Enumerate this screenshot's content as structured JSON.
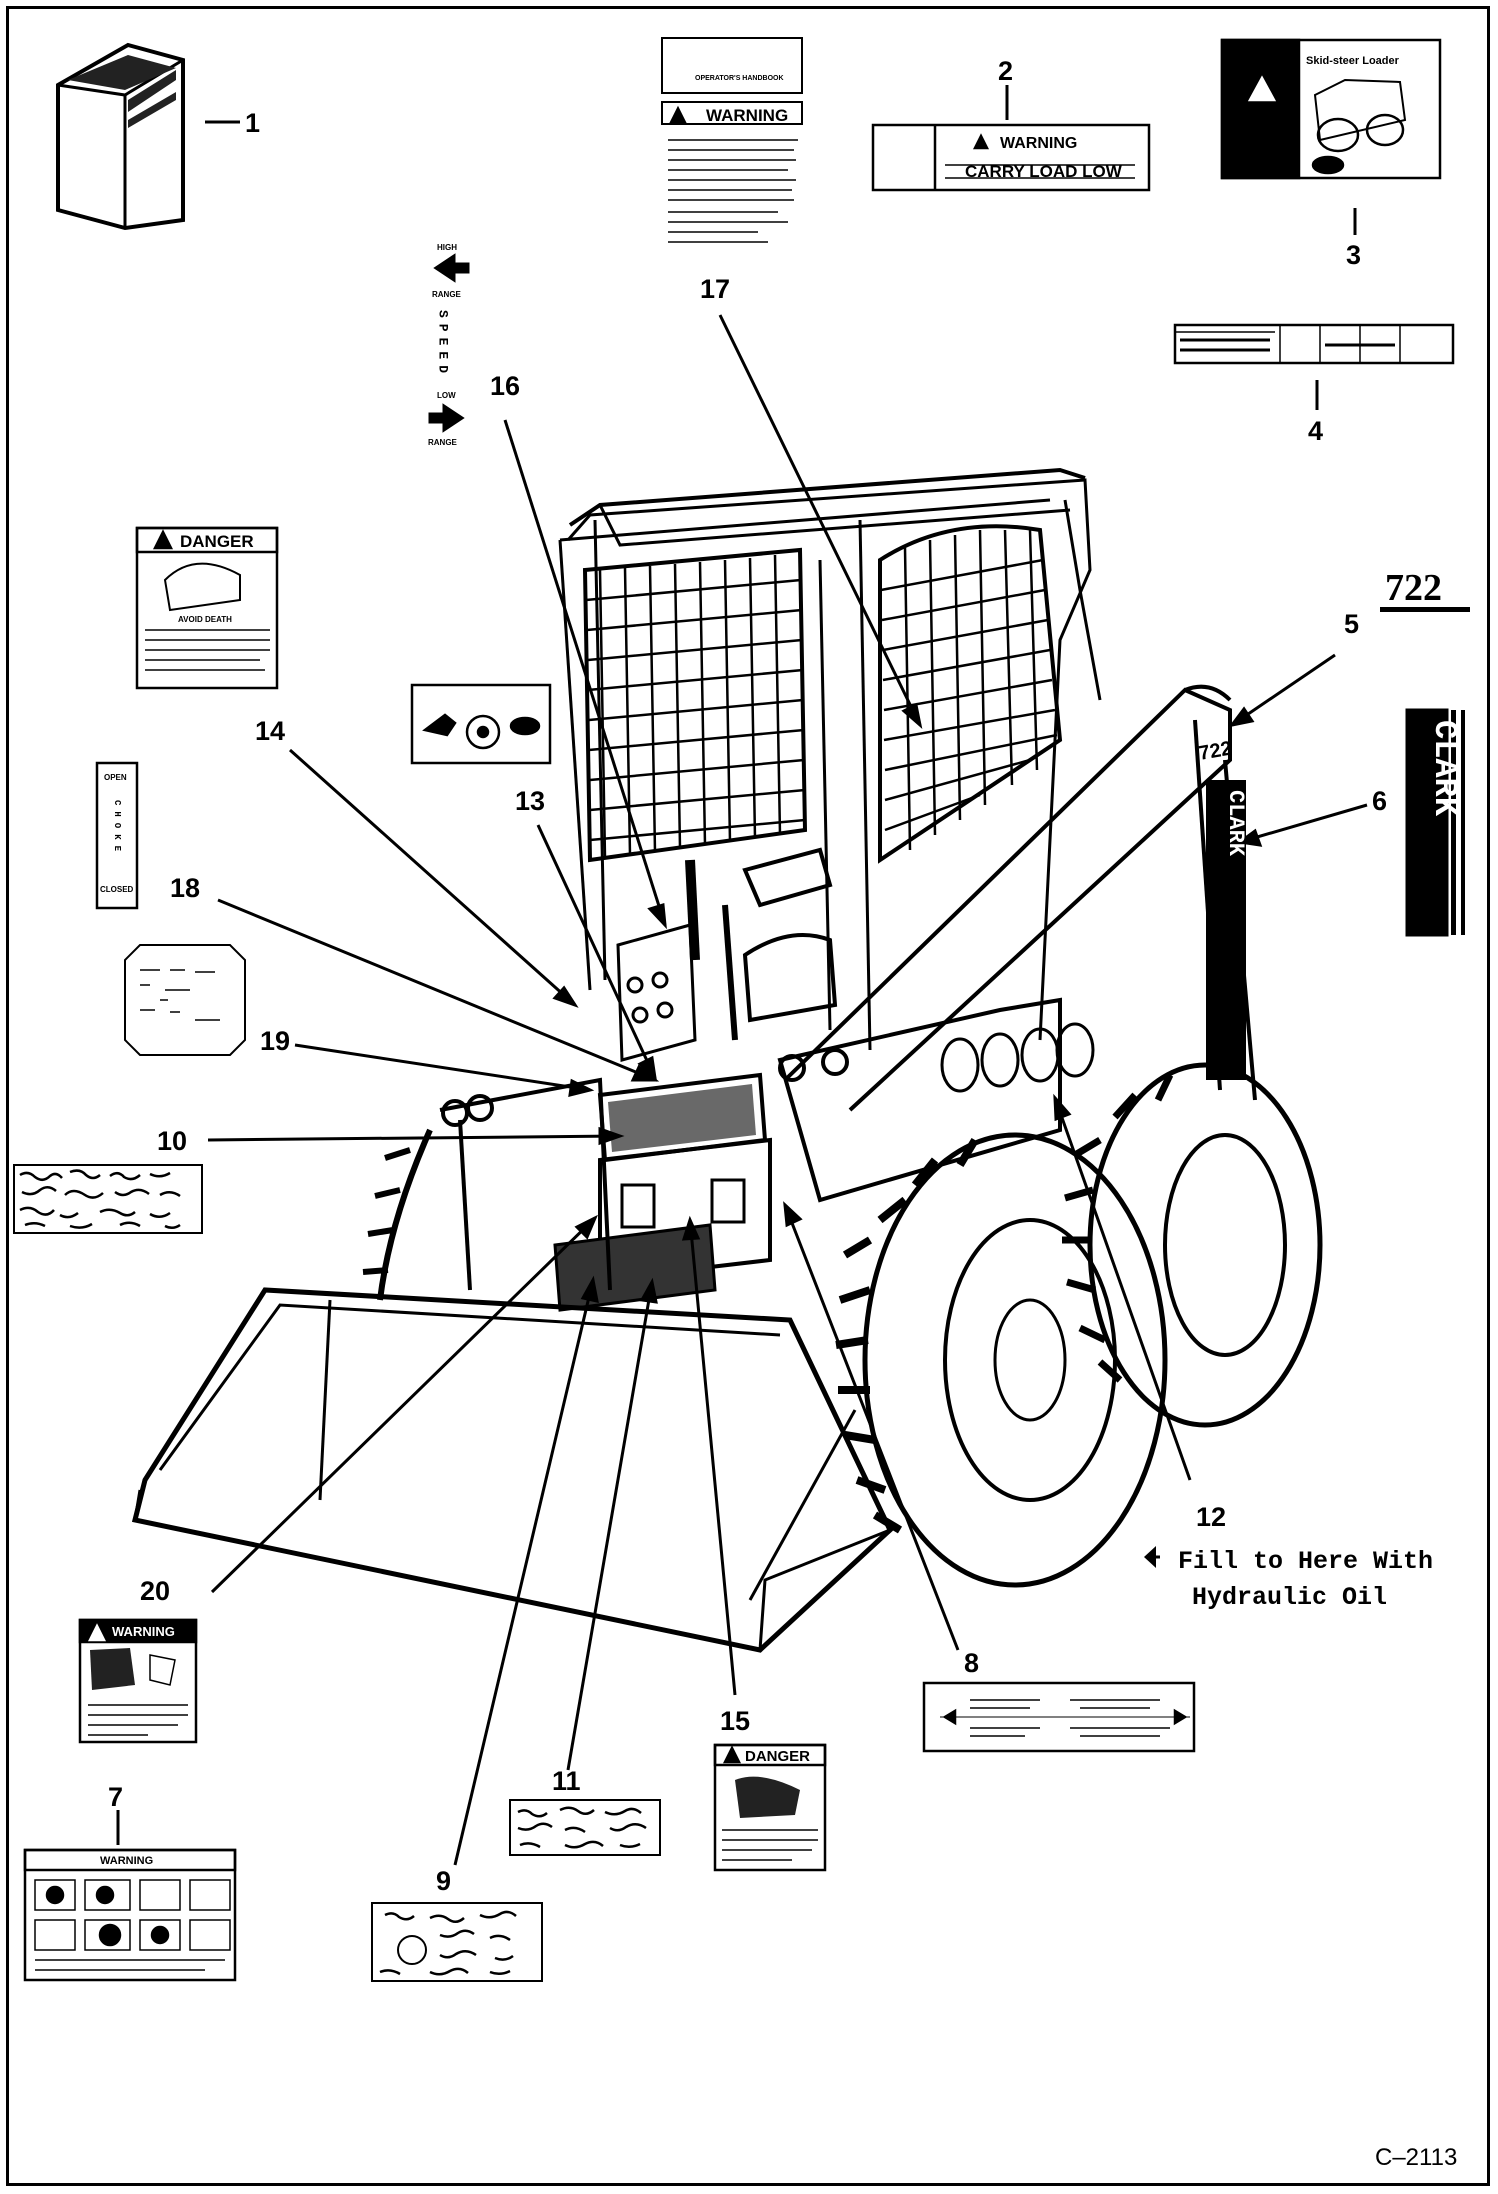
{
  "figure_id": "C–2113",
  "note": "Fill to Here With Hydraulic Oil",
  "callouts": [
    "1",
    "2",
    "3",
    "4",
    "5",
    "6",
    "7",
    "8",
    "9",
    "10",
    "11",
    "12",
    "13",
    "14",
    "15",
    "16",
    "17",
    "18",
    "19",
    "20"
  ],
  "decals": {
    "model": "722",
    "brand": "CLARK",
    "warning_header": "WARNING",
    "danger_header": "DANGER",
    "carry_load_low": "CARRY LOAD LOW",
    "avoid_death": "AVOID DEATH",
    "speed_high": "HIGH",
    "speed_range": "RANGE",
    "speed_word": "SPEED",
    "speed_low": "LOW",
    "choke_open": "OPEN",
    "choke_word": "CHOKE",
    "choke_closed": "CLOSED",
    "handbook_title": "OPERATOR'S HANDBOOK",
    "skid_steer_title": "Skid-steer Loader"
  }
}
